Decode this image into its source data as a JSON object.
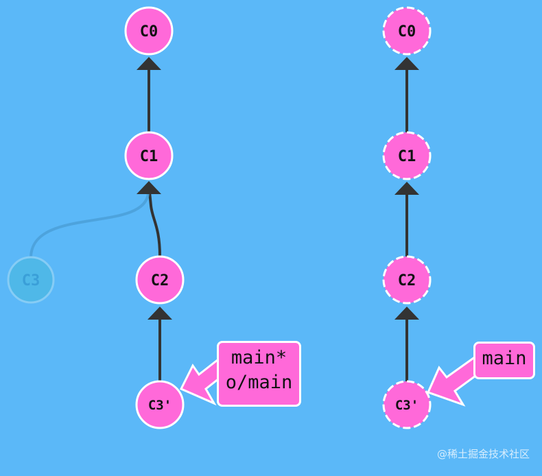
{
  "left_repo": {
    "commits": {
      "c0": "C0",
      "c1": "C1",
      "c2": "C2",
      "c3_orphan": "C3",
      "c3_prime": "C3'"
    },
    "branch_labels": [
      "main*",
      "o/main"
    ]
  },
  "right_repo": {
    "commits": {
      "c0": "C0",
      "c1": "C1",
      "c2": "C2",
      "c3_prime": "C3'"
    },
    "branch_labels": [
      "main"
    ]
  },
  "watermark": "@稀土掘金技术社区",
  "colors": {
    "background": "#5bb8f8",
    "commit_fill": "#ff69d9",
    "edge": "#333333",
    "orphan_commit": "#4fb8e8"
  }
}
